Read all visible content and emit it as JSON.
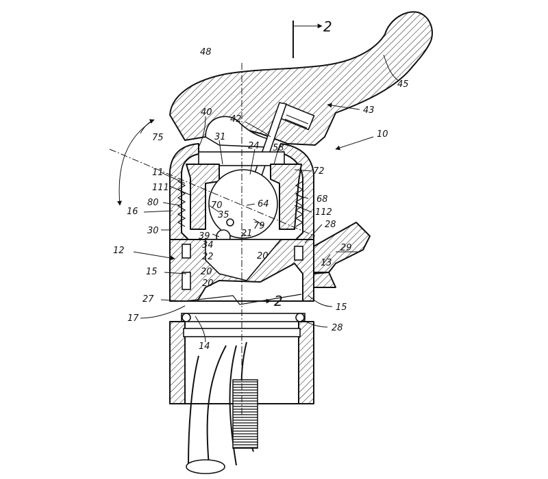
{
  "labels": {
    "l2_top": "2",
    "l2_mid": "2",
    "l10": "10",
    "l11": "11",
    "l111": "111",
    "l112": "112",
    "l12": "12",
    "l13": "13",
    "l14": "14",
    "l15_left": "15",
    "l15_right": "15",
    "l16": "16",
    "l17": "17",
    "l20_a": "20",
    "l20_b": "20",
    "l20_c": "20",
    "l21": "21",
    "l22": "22",
    "l24": "24",
    "l27": "27",
    "l28_right": "28",
    "l28_bottom": "28",
    "l29": "29",
    "l30": "30",
    "l31": "31",
    "l34": "34",
    "l35": "35",
    "l39": "39",
    "l40": "40",
    "l42": "42",
    "l43": "43",
    "l45": "45",
    "l48": "48",
    "l58": "58",
    "l64": "64",
    "l68": "68",
    "l70": "70",
    "l72": "72",
    "l75": "75",
    "l79": "79",
    "l80": "80"
  }
}
